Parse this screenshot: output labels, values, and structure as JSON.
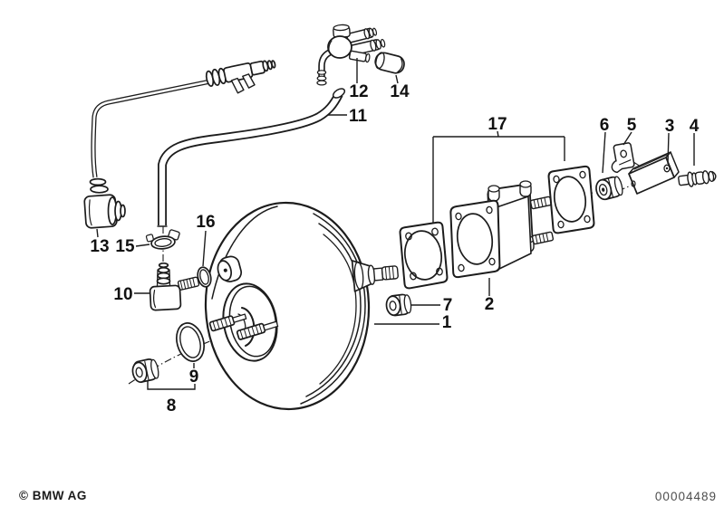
{
  "colors": {
    "background": "#ffffff",
    "line": "#1c1c1c",
    "label_text": "#111111",
    "footer_number_text": "#4d4d4d"
  },
  "footer": {
    "copyright": "© BMW AG",
    "document_number": "00004489"
  },
  "diagram": {
    "labels": [
      {
        "part": "1"
      },
      {
        "part": "2"
      },
      {
        "part": "3"
      },
      {
        "part": "4"
      },
      {
        "part": "5"
      },
      {
        "part": "6"
      },
      {
        "part": "7"
      },
      {
        "part": "8"
      },
      {
        "part": "9"
      },
      {
        "part": "10"
      },
      {
        "part": "11"
      },
      {
        "part": "12"
      },
      {
        "part": "13"
      },
      {
        "part": "14"
      },
      {
        "part": "15"
      },
      {
        "part": "16"
      },
      {
        "part": "17"
      }
    ]
  }
}
